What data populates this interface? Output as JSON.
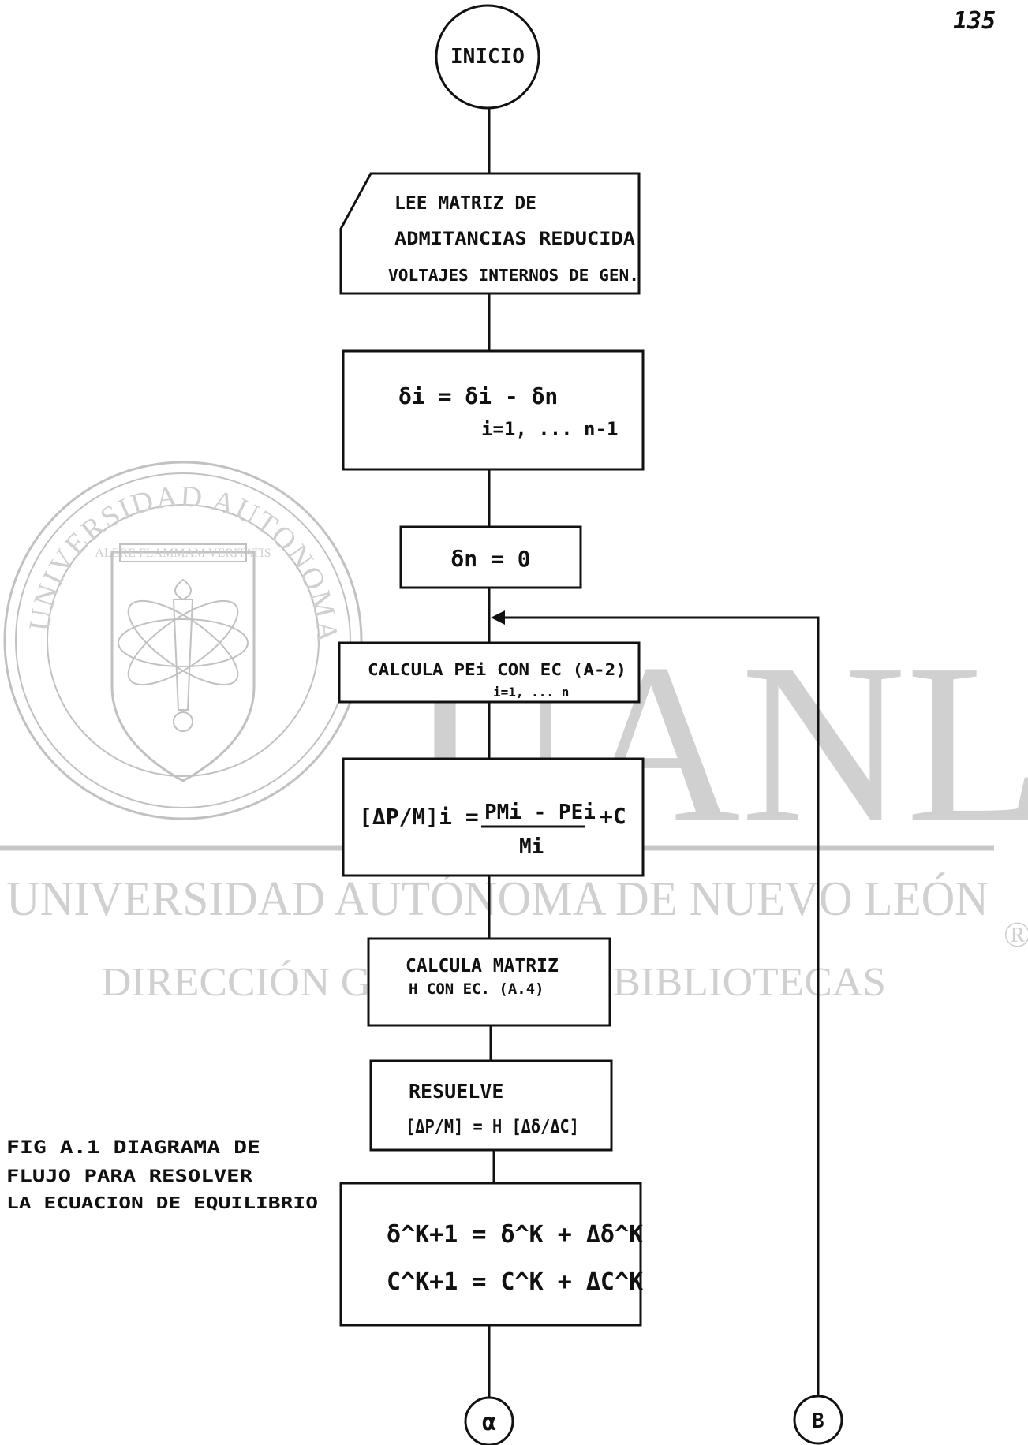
{
  "page_number": "135",
  "watermark": {
    "logo_letters": "UANL",
    "university": "UNIVERSIDAD AUTÓNOMA DE NUEVO LEÓN",
    "directorate": "DIRECCIÓN GENERAL DE BIBLIOTECAS",
    "registered_mark": "®",
    "seal_text": "UNIVERSIDAD AUTONOMA DE NUEVO LEON",
    "seal_motto": "ALERE FLAMMAM VERITATIS"
  },
  "caption": {
    "line1": "FIG A.1 DIAGRAMA DE",
    "line2": "FLUJO PARA RESOLVER",
    "line3": "LA ECUACION DE EQUILIBRIO"
  },
  "flowchart": {
    "start": "INICIO",
    "read_input": {
      "line1": "LEE MATRIZ DE",
      "line2": "ADMITANCIAS REDUCIDA",
      "line3": "VOLTAJES INTERNOS DE GEN."
    },
    "step_delta": {
      "line1": "δi = δi - δn",
      "line2": "i=1, ... n-1"
    },
    "step_delta_n": "δn = 0",
    "step_pe": {
      "line1": "CALCULA PEi CON EC (A-2)",
      "line2": "i=1, ... n"
    },
    "step_dpm": {
      "lhs": "[ΔP/M]i =",
      "numerator": "PMi - PEi",
      "denominator": "Mi",
      "tail": "+C"
    },
    "step_h": {
      "line1": "CALCULA MATRIZ",
      "line2": "H CON EC. (A.4)"
    },
    "step_solve": {
      "line1": "RESUELVE",
      "line2": "[ΔP/M] = H [Δδ/ΔC]"
    },
    "step_update": {
      "line1": "δ^K+1 = δ^K + Δδ^K",
      "line2": "C^K+1 = C^K + ΔC^K"
    },
    "connector_alpha": "α",
    "connector_b": "B"
  }
}
